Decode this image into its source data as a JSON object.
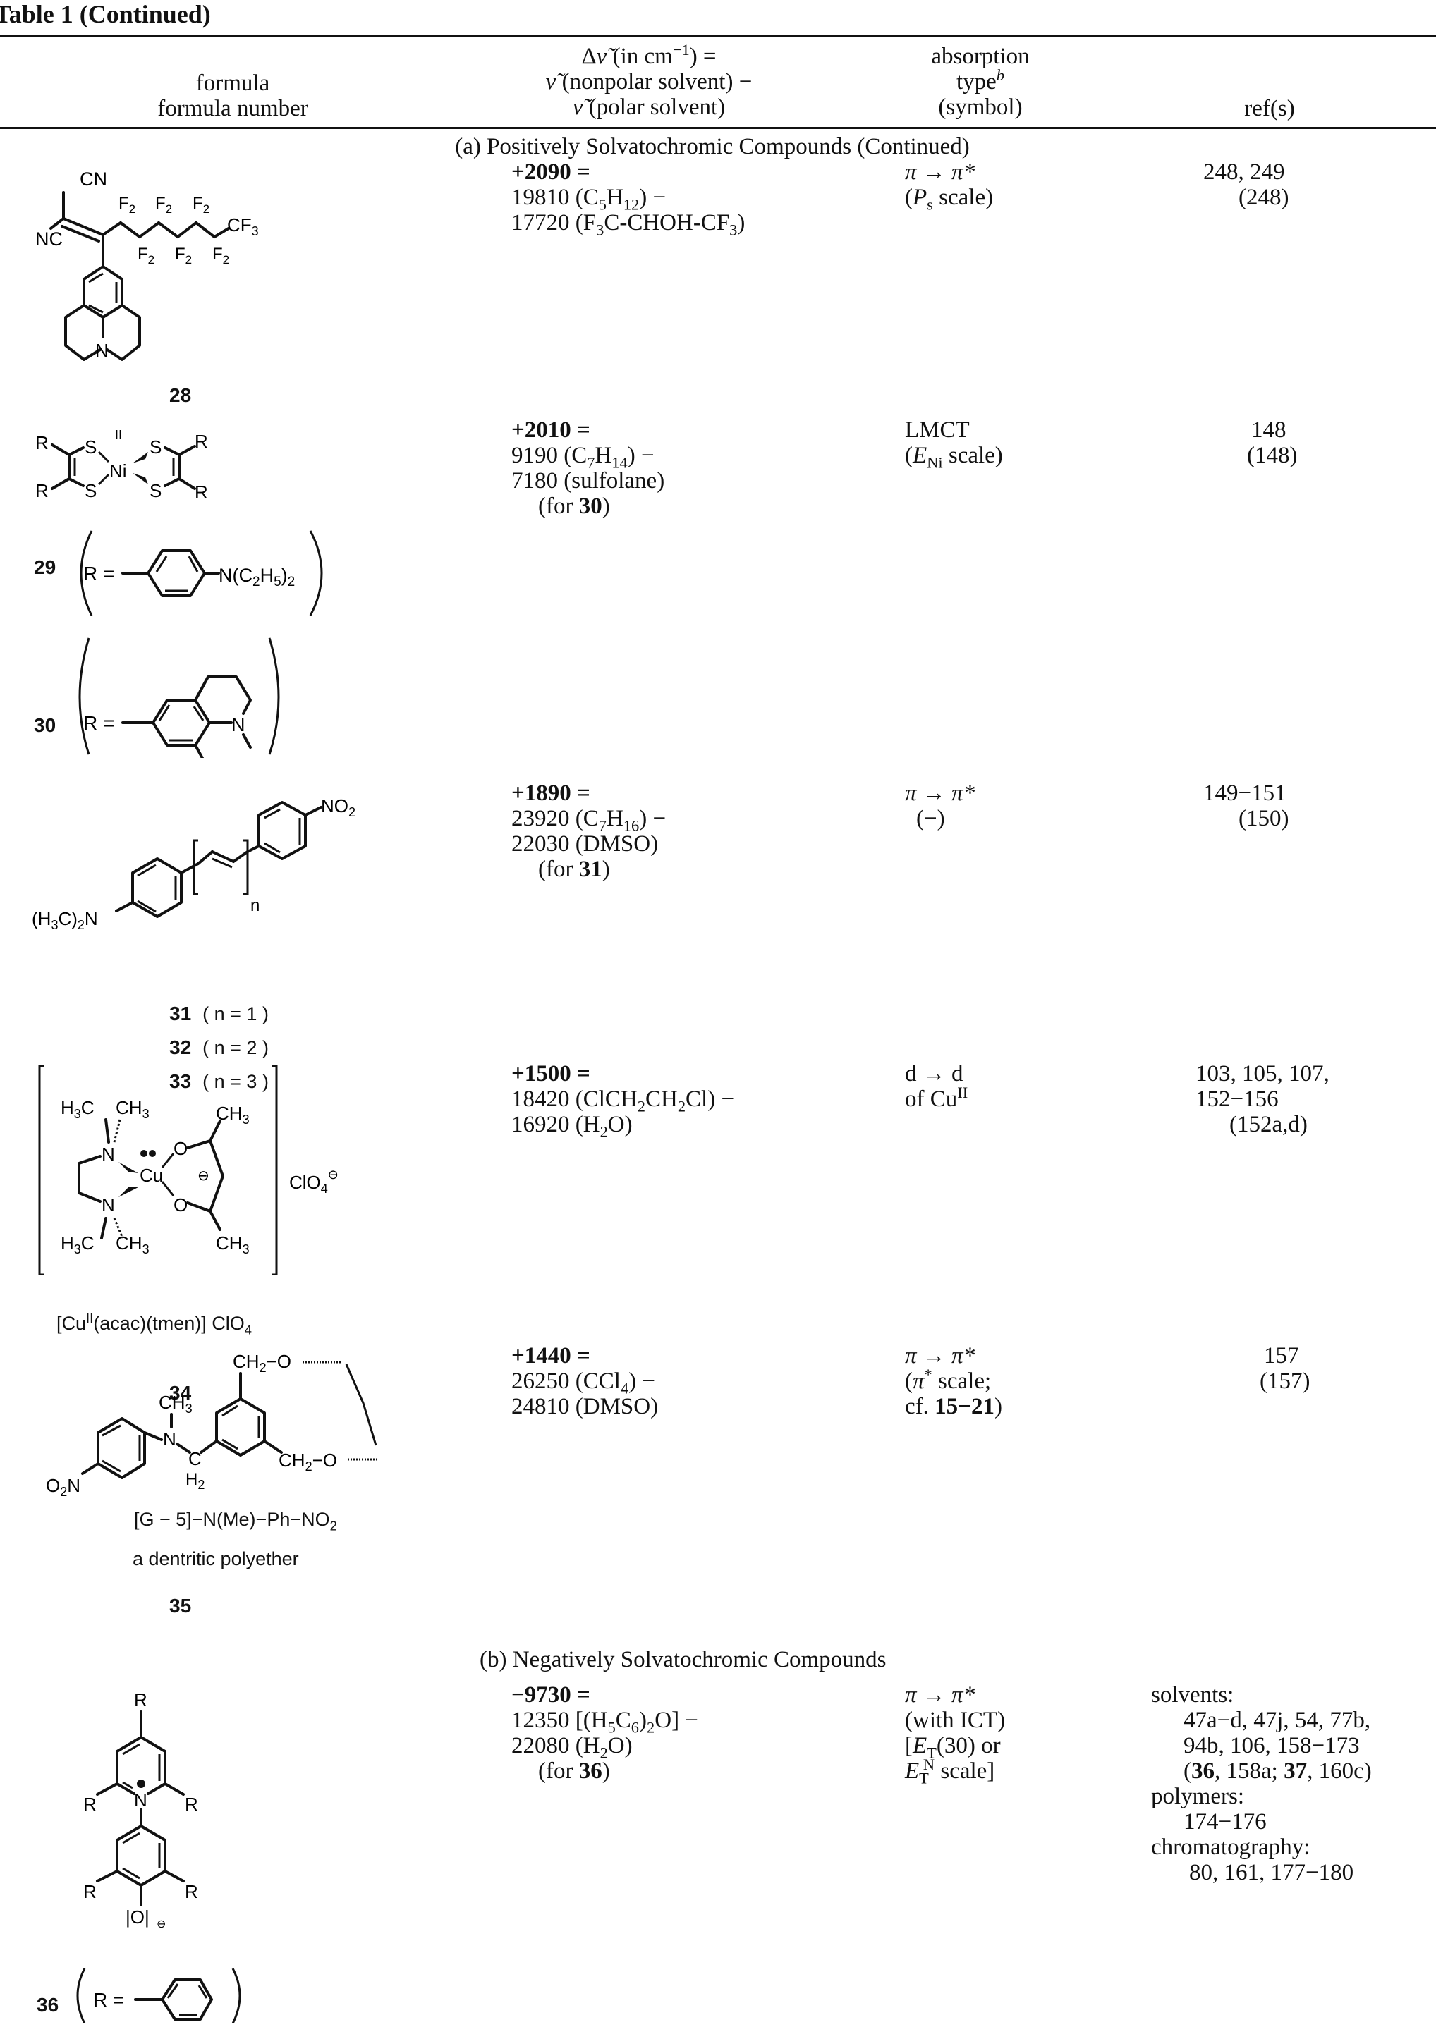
{
  "table": {
    "title": "Table 1 (Continued)",
    "headers": {
      "formula": [
        "formula",
        "formula number"
      ],
      "delta": [
        "Δν̃ (in cm⁻¹) =",
        "ν̃ (nonpolar solvent) −",
        "ν̃ (polar solvent)"
      ],
      "absorption": [
        "absorption",
        "type",
        "(symbol)"
      ],
      "absorption_footnote": "b",
      "refs": "ref(s)"
    },
    "sections": {
      "a": "(a) Positively Solvatochromic Compounds (Continued)",
      "b": "(b) Negatively Solvatochromic Compounds"
    },
    "rows": [
      {
        "id": "28",
        "delta_main": "+2090 =",
        "delta_lines": [
          "19810 (C5H12) −",
          "17720 (F3C-CHOH-CF3)"
        ],
        "absorption": [
          "π → π*",
          "(Ps scale)"
        ],
        "refs": [
          "248, 249",
          "(248)"
        ],
        "structure": {
          "labels": [
            "CN",
            "NC",
            "F2",
            "F2",
            "F2",
            "F2",
            "F2",
            "F2",
            "CF3",
            "N"
          ]
        }
      },
      {
        "id": "29-30",
        "delta_main": "+2010 =",
        "delta_lines": [
          "9190 (C7H14) −",
          "7180 (sulfolane)",
          "(for 30)"
        ],
        "absorption": [
          "LMCT",
          "(ENi scale)"
        ],
        "refs": [
          "148",
          "(148)"
        ],
        "structure": {
          "labels": [
            "R",
            "S",
            "II",
            "Ni",
            "S",
            "R"
          ],
          "variants": [
            {
              "number": "29",
              "r_prefix": "R =",
              "substituent": "N(C2H5)2"
            },
            {
              "number": "30",
              "r_prefix": "R =",
              "substituent": "N"
            }
          ]
        }
      },
      {
        "id": "31-33",
        "delta_main": "+1890 =",
        "delta_lines": [
          "23920 (C7H16) −",
          "22030 (DMSO)",
          "(for 31)"
        ],
        "absorption": [
          "π → π*",
          "(−)"
        ],
        "refs": [
          "149−151",
          "(150)"
        ],
        "structure": {
          "labels": [
            "NO2",
            "(H3C)2N",
            "n"
          ],
          "variants": [
            {
              "number": "31",
              "condition": "( n = 1 )"
            },
            {
              "number": "32",
              "condition": "( n = 2 )"
            },
            {
              "number": "33",
              "condition": "( n = 3 )"
            }
          ]
        }
      },
      {
        "id": "34",
        "delta_main": "+1500 =",
        "delta_lines": [
          "18420 (ClCH2CH2Cl) −",
          "16920 (H2O)"
        ],
        "absorption": [
          "d → d",
          "of CuII"
        ],
        "refs": [
          "103, 105, 107,",
          "152−156",
          "(152a,d)"
        ],
        "structure": {
          "labels": [
            "H3C",
            "CH3",
            "N",
            "Cu",
            "O",
            "O",
            "CH3",
            "CH3",
            "H3C",
            "CH3",
            "ClO4⊖"
          ],
          "formula_name": "[CuII(acac)(tmen)] ClO4"
        }
      },
      {
        "id": "35",
        "delta_main": "+1440 =",
        "delta_lines": [
          "26250 (CCl4) −",
          "24810 (DMSO)"
        ],
        "absorption": [
          "π → π*",
          "(π* scale;",
          "cf. 15−21)"
        ],
        "refs": [
          "157",
          "(157)"
        ],
        "structure": {
          "labels": [
            "CH2−O",
            "CH3",
            "N",
            "C",
            "H2",
            "CH2−O",
            "O2N"
          ],
          "formula_name": "[G − 5]−N(Me)−Ph−NO2",
          "description": "a dentritic polyether"
        }
      },
      {
        "id": "36",
        "delta_main": "−9730 =",
        "delta_lines": [
          "12350 [(H5C6)2O] −",
          "22080 (H2O)",
          "(for 36)"
        ],
        "absorption": [
          "π → π*",
          "(with ICT)",
          "[ET(30) or",
          "ETN scale]"
        ],
        "refs_groups": [
          {
            "heading": "solvents:",
            "lines": [
              "47a−d, 47j, 54, 77b,",
              "94b, 106, 158−173",
              "(36, 158a; 37, 160c)"
            ]
          },
          {
            "heading": "polymers:",
            "lines": [
              "174−176"
            ]
          },
          {
            "heading": "chromatography:",
            "lines": [
              "80, 161, 177−180"
            ]
          }
        ],
        "structure": {
          "labels": [
            "R",
            "R",
            "N",
            "R",
            "R",
            "R",
            "O"
          ],
          "variants": [
            {
              "number": "36",
              "r_prefix": "R ="
            }
          ]
        }
      }
    ]
  }
}
